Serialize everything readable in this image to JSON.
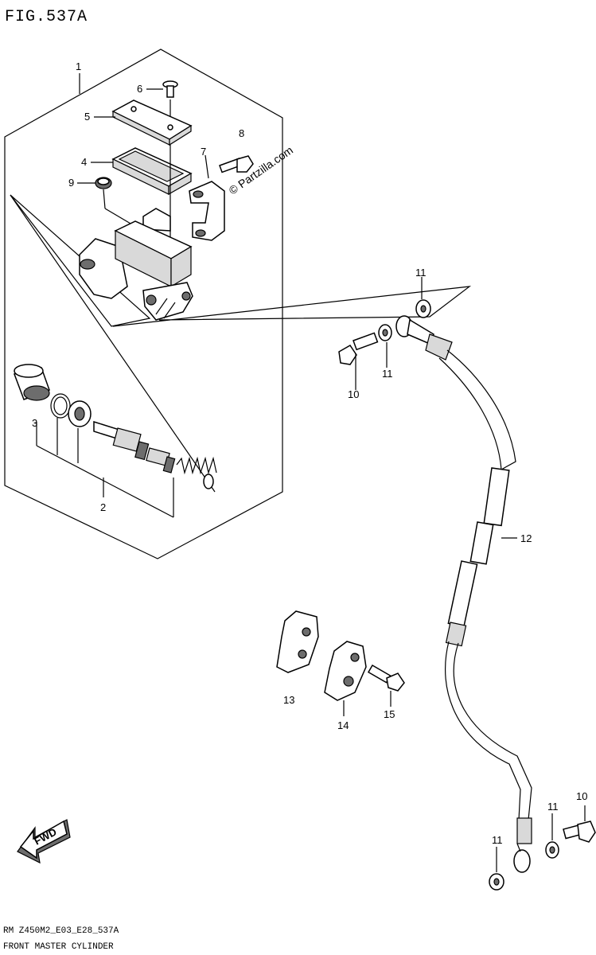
{
  "figure_title": "FIG.537A",
  "watermark": "© Partzilla.com",
  "fwd_label": "FWD",
  "footer": {
    "code": "RM Z450M2_E03_E28_537A",
    "name": "FRONT MASTER CYLINDER"
  },
  "callouts": [
    "1",
    "2",
    "3",
    "4",
    "5",
    "6",
    "7",
    "8",
    "9",
    "10",
    "11",
    "11",
    "12",
    "13",
    "14",
    "15",
    "10",
    "11",
    "11"
  ]
}
